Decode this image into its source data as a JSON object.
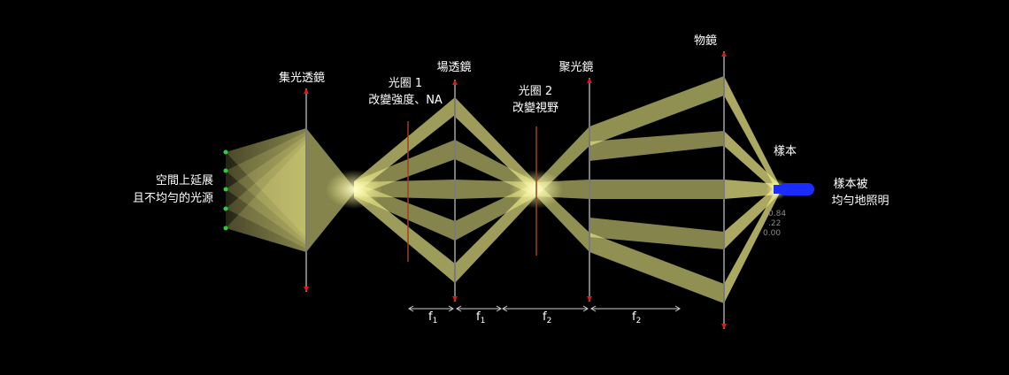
{
  "labels": {
    "source_line1": "空間上延展",
    "source_line2": "且不均勻的光源",
    "collector": "集光透鏡",
    "aperture1_line1": "光圈 1",
    "aperture1_line2": "改變強度、NA",
    "field_lens": "場透鏡",
    "aperture2_line1": "光圈 2",
    "aperture2_line2": "改變視野",
    "condenser": "聚光鏡",
    "objective": "物鏡",
    "sample": "樣本",
    "result_line1": "樣本被",
    "result_line2": "均勻地照明"
  },
  "focal": {
    "f1a": "f",
    "f1a_sub": "1",
    "f1b": "f",
    "f1b_sub": "1",
    "f2a": "f",
    "f2a_sub": "2",
    "f2b": "f",
    "f2b_sub": "2"
  },
  "readout": {
    "line1": "0.84",
    "line2": ".22",
    "line3": "0.00"
  },
  "colors": {
    "beam": "#f2f08a",
    "lens": "#7a7a7a",
    "arrow": "#e01818",
    "aperture": "#a0401a",
    "source": "#2ecc40",
    "sample": "#1a2cff"
  }
}
